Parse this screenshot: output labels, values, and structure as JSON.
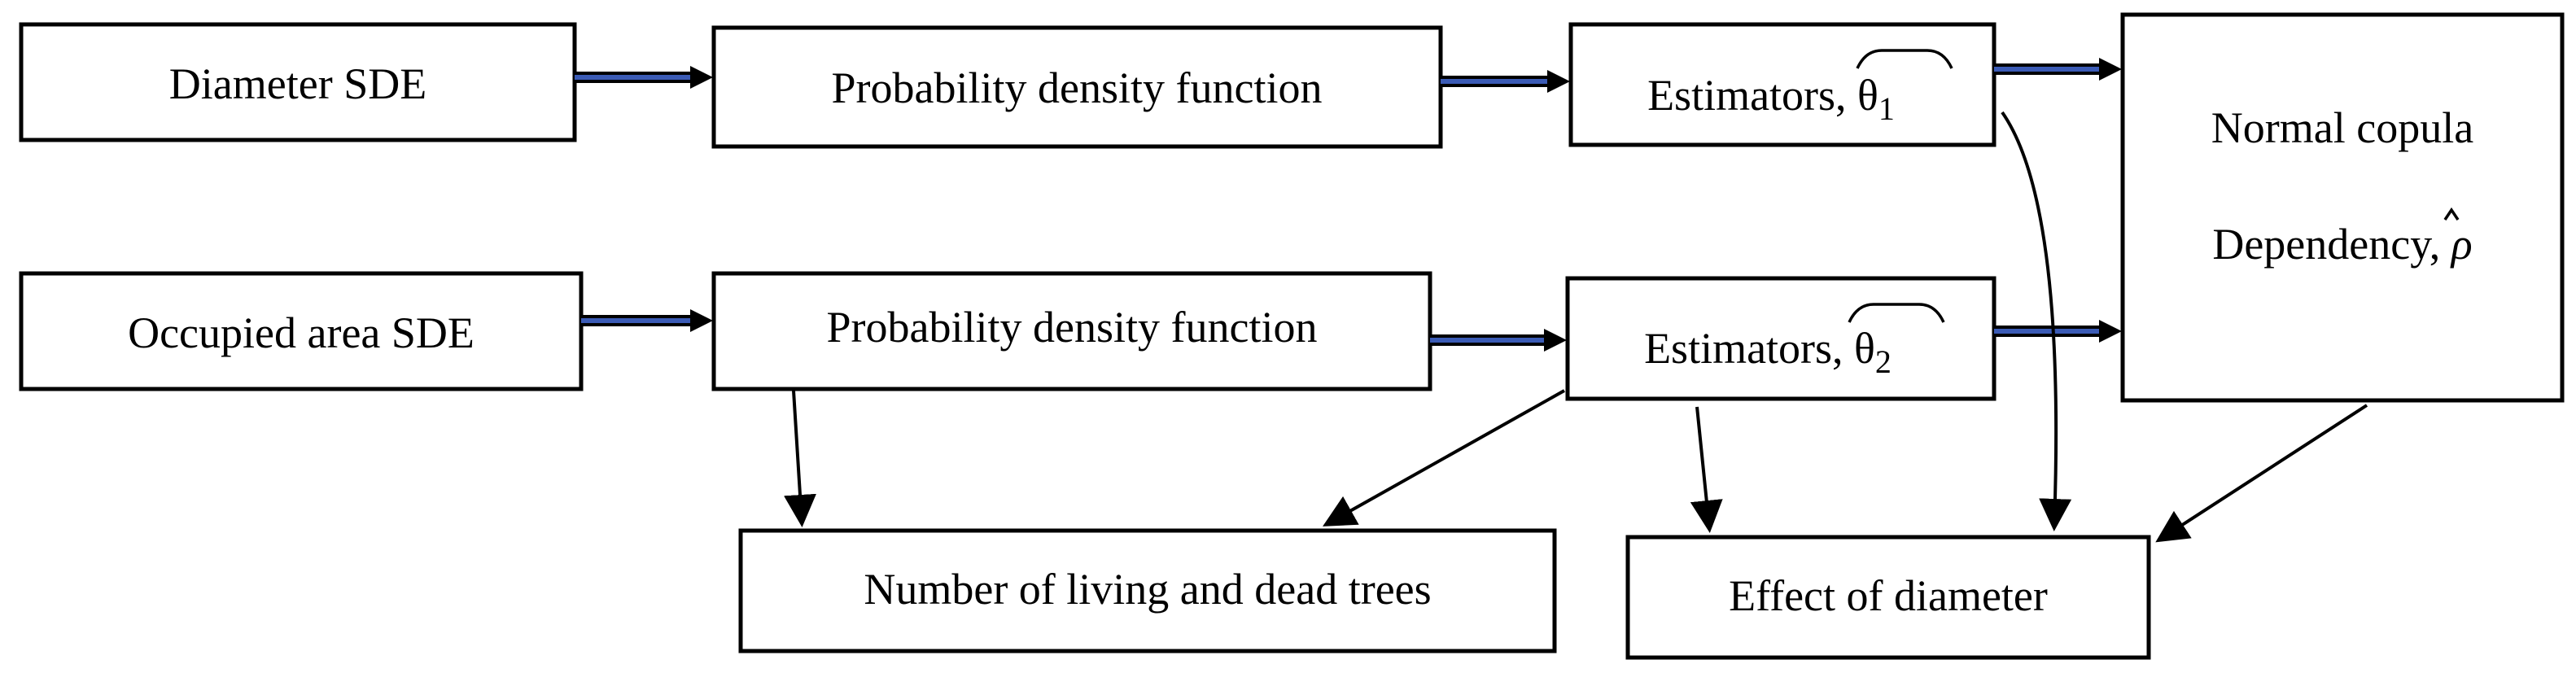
{
  "nodes": {
    "diameter_sde": "Diameter SDE",
    "pdf_1": "Probability density function",
    "estimators_1": {
      "prefix": "Estimators, ",
      "symbol": "θ",
      "subscript": "1"
    },
    "copula": {
      "line1": "Normal copula",
      "line2_prefix": "Dependency, ",
      "line2_symbol": "ρ"
    },
    "occupied_sde": "Occupied area SDE",
    "pdf_2": "Probability density function",
    "estimators_2": {
      "prefix": "Estimators, ",
      "symbol": "θ",
      "subscript": "2"
    },
    "living_dead": "Number of living and dead trees",
    "effect_diameter": "Effect of diameter"
  },
  "colors": {
    "arrow_blue": "#3b5bb5",
    "stroke": "#000000",
    "background": "#ffffff"
  }
}
